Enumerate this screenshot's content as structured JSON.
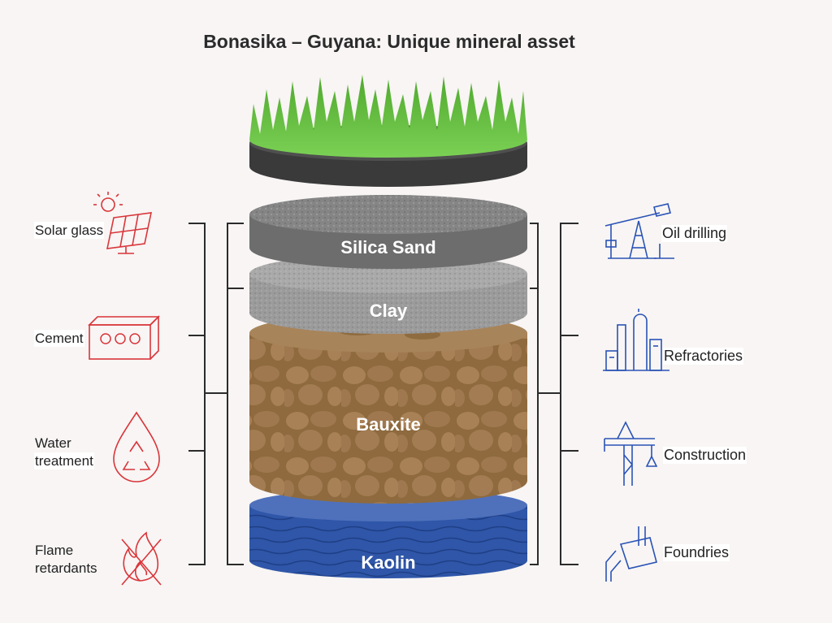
{
  "title": "Bonasika – Guyana: Unique mineral asset",
  "layers": {
    "silica_sand": "Silica Sand",
    "clay": "Clay",
    "bauxite": "Bauxite",
    "kaolin": "Kaolin"
  },
  "applications_left": {
    "solar_glass": "Solar glass",
    "cement": "Cement",
    "water_line1": "Water",
    "water_line2": "treatment",
    "flame_line1": "Flame",
    "flame_line2": "retardants"
  },
  "applications_right": {
    "oil_drilling": "Oil drilling",
    "refractories": "Refractories",
    "construction": "Construction",
    "foundries": "Foundries"
  },
  "colors": {
    "background": "#f8f5f4",
    "grass": "#5cb83a",
    "soil_top": "#3a3a3a",
    "silica": "#7b7b7b",
    "clay": "#a4a4a4",
    "bauxite": "#9a7548",
    "kaolin": "#2f56a8",
    "left_icons": "#d9353a",
    "right_icons": "#2a53b5"
  },
  "icons": {
    "solar": "solar-panel-icon",
    "cement": "cement-block-icon",
    "water": "water-recycle-drop-icon",
    "flame": "no-fire-icon",
    "oil": "oil-pump-icon",
    "refractories": "factory-icon",
    "construction": "crane-icon",
    "foundries": "ladle-pour-icon"
  }
}
